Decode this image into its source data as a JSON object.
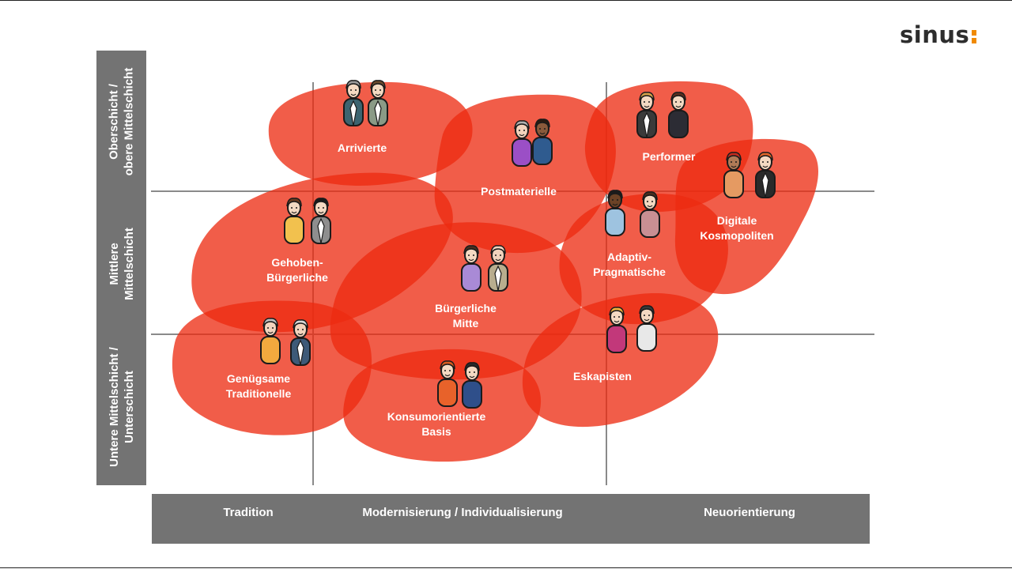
{
  "logo": {
    "text": "sinus",
    "accent_color": "#f08a00",
    "text_color": "#2d2d2d"
  },
  "colors": {
    "blob": "#ec2a10",
    "axis_bar": "#737373",
    "grid": "#8a8a8a"
  },
  "axes": {
    "vertical": [
      "Oberschicht /\nobere Mittelschicht",
      "Mittlere\nMittelschicht",
      "Untere Mittelschicht /\nUnterschicht"
    ],
    "horizontal": [
      "Tradition",
      "Modernisierung / Individualisierung",
      "Neuorientierung"
    ]
  },
  "milieus": [
    {
      "id": "arrivierte",
      "label": "Arrivierte",
      "figures": [
        "man-suit-icon",
        "woman-blazer-icon"
      ]
    },
    {
      "id": "postmaterielle",
      "label": "Postmaterielle",
      "figures": [
        "woman-grey-hair-icon",
        "man-beard-icon"
      ]
    },
    {
      "id": "performer",
      "label": "Performer",
      "figures": [
        "man-suit-icon",
        "woman-dark-dress-icon"
      ]
    },
    {
      "id": "digitale",
      "label": "Digitale\nKosmopoliten",
      "figures": [
        "man-beanie-beard-icon",
        "woman-glasses-icon"
      ]
    },
    {
      "id": "gehoben",
      "label": "Gehoben-\nBürgerliche",
      "figures": [
        "woman-yellow-icon",
        "man-jacket-icon"
      ]
    },
    {
      "id": "adaptiv",
      "label": "Adaptiv-\nPragmatische",
      "figures": [
        "man-dark-skin-icon",
        "woman-long-hair-icon"
      ]
    },
    {
      "id": "mitte",
      "label": "Bürgerliche\nMitte",
      "figures": [
        "woman-purple-icon",
        "man-bald-vest-icon"
      ]
    },
    {
      "id": "traditionelle",
      "label": "Genügsame\nTraditionelle",
      "figures": [
        "old-woman-icon",
        "old-man-glasses-icon"
      ]
    },
    {
      "id": "eskapisten",
      "label": "Eskapisten",
      "figures": [
        "woman-blonde-icon",
        "man-tattoo-icon"
      ]
    },
    {
      "id": "konsum",
      "label": "Konsumorientierte\nBasis",
      "figures": [
        "woman-orange-hair-icon",
        "man-cap-icon"
      ]
    }
  ]
}
